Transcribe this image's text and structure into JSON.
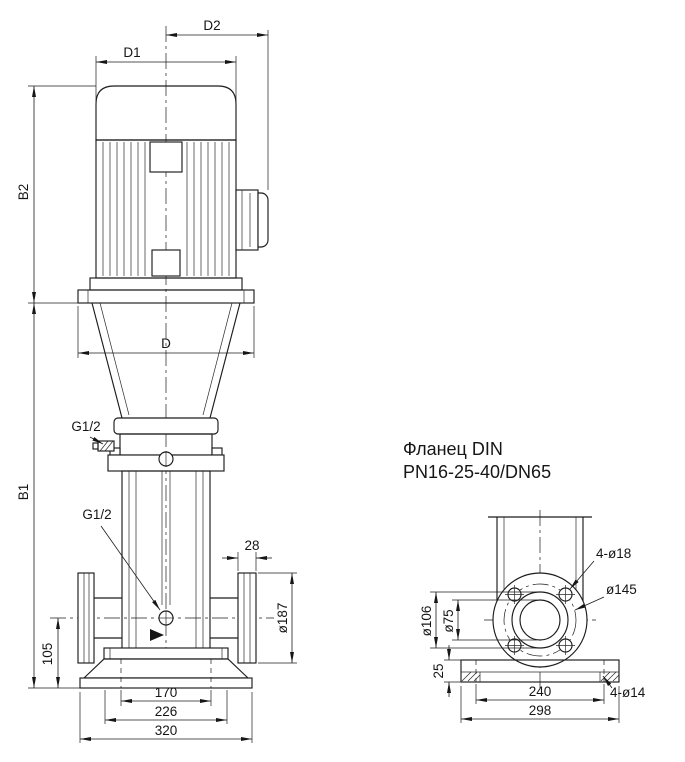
{
  "pump_view": {
    "dims": {
      "d2": "D2",
      "d1": "D1",
      "b2": "B2",
      "b1": "B1",
      "d": "D",
      "port_top": "G1/2",
      "port_side": "G1/2",
      "flange_thickness": "28",
      "flange_diameter": "ø187",
      "port_axis_height": "105",
      "base_width_inner": "170",
      "base_width_middle": "226",
      "base_width_outer": "320"
    }
  },
  "flange_view": {
    "title_line1": "Фланец DIN",
    "title_line2": "PN16-25-40/DN65",
    "dims": {
      "bolt_holes": "4-ø18",
      "bolt_circle_diameter": "ø145",
      "collar_diameter": "ø106",
      "bore_diameter": "ø75",
      "base_height": "25",
      "bolt_spacing": "240",
      "base_width": "298",
      "base_holes": "4-ø14"
    }
  }
}
